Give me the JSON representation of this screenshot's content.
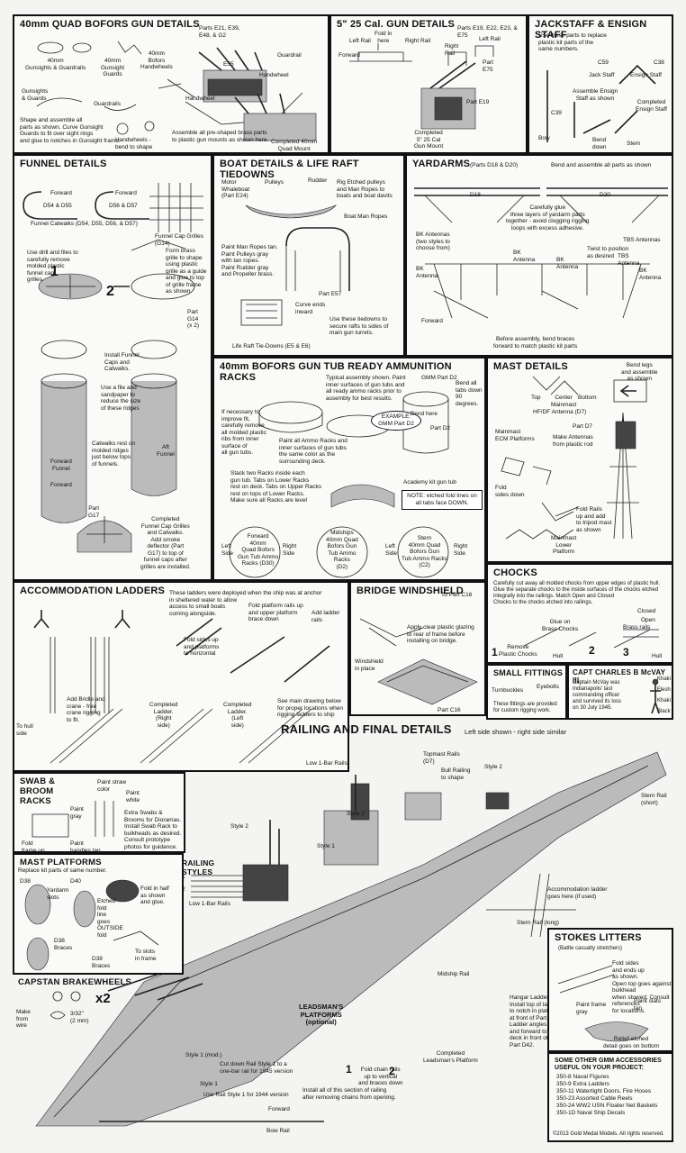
{
  "panels": {
    "bofors": {
      "title": "40mm QUAD BOFORS GUN DETAILS",
      "parts": "Parts E21, E39,\nE48, & G2",
      "gunsights": "40mm\nGunsights & Guardrails",
      "g40gunsight": "40mm\nGunsight\nGuards",
      "handwheels": "40mm\nBofors\nHandwheels",
      "guardrail": "Guardrail",
      "handwheel": "Handwheel",
      "handwheel2": "Handwheel",
      "gunsights_guards": "Gunsights\n& Guards",
      "guardrails": "Guardrails",
      "shape_text": "Shape and assemble all\nparts as shown. Curve Gunsight\nGuards to fit over sight rings\nand glue to notches in Gunsight frame.",
      "handwheels_bend": "Handwheels -\nbend to shape",
      "assemble_text": "Assemble all pre-shaped brass parts\nto plastic gun mounts as shown here.",
      "completed": "Completed 40mm\nQuad Mount",
      "e55": "E55"
    },
    "gun5": {
      "title": "5\" 25 Cal. GUN DETAILS",
      "parts": "Parts E19, E22, E23, & E75",
      "fold_in": "Fold in\nhere",
      "left_rail": "Left Rail",
      "right_rail": "Right Rail",
      "forward": "Forward",
      "left_rail2": "Left Rail",
      "right_rail2": "Right\nRail",
      "part_e75": "Part\nE75",
      "part_e19": "Part E19",
      "completed": "Completed\n5\" 25 Cal\nGun Mount"
    },
    "jackstaff": {
      "title": "JACKSTAFF & ENSIGN STAFF",
      "intro": "Use these parts to replace\nplastic kit parts of the\nsame numbers.",
      "c59": "C59",
      "c38": "C38",
      "jack_staff": "Jack Staff",
      "ensign_staff": "Ensign Staff",
      "assemble": "Assemble Ensign\nStaff as shown",
      "c39": "C39",
      "completed": "Completed\nEnsign Staff",
      "bow": "Bow",
      "bend_down": "Bend\ndown",
      "stem": "Stem"
    },
    "funnel": {
      "title": "FUNNEL DETAILS",
      "forward1": "Forward",
      "forward2": "Forward",
      "d54": "D54 & D55",
      "d56": "D56 & D57",
      "catwalks": "Funnel Catwalks (D54, D55, D56, & D57)",
      "cap_grilles": "Funnel Cap Grilles\n(G14)",
      "drill_text": "Use drill and files to\ncarefully remove\nmolded plastic\nfunnel cap\ngrilles.",
      "form_text": "Form brass\ngrille to shape\nusing plastic\ngrille as a guide\nand glue to top\nof grille frame\nas shown",
      "step1": "1",
      "step2": "2",
      "part_g14": "Part\nG14\n(x 2)",
      "install_text": "Install Funnel\nCaps and\nCatwalks.",
      "file_text": "Use a file and\nsandpaper to\nreduce the size\nof these ridges",
      "catwalk_rest": "Catwalks rest on\nmolded ridges\njust below tops\nof funnels.",
      "fwd_funnel": "Forward\nFunnel",
      "aft_funnel": "Aft\nFunnel",
      "forward3": "Forward",
      "part_g17": "Part\nG17",
      "completed_text": "Completed\nFunnel Cap Grilles\nand Catwalks.\nAdd smoke\ndeflector (Part\nG17) to top of\nfunnel caps after\ngrilles are installed."
    },
    "boat": {
      "title": "BOAT DETAILS & LIFE RAFT TIEDOWNS",
      "motor": "Motor\nWhaleboat\n(Part E24)",
      "pulleys": "Pulleys",
      "rudder": "Rudder",
      "rig": "Rig Etched pulleys\nand Man Ropes to\nboats and boat davits",
      "boat_man": "Boat Man Ropes",
      "paint_text": "Paint Man Ropes tan.\nPaint Pulleys gray\nwith tan ropes.\nPaint Rudder gray\nand Propeller brass.",
      "part_e57": "Part E57",
      "curve": "Curve ends\ninward",
      "use_text": "Use these tiedowns to\nsecure rafts to sides of\nmain gun turrets.",
      "tiedowns": "Life Raft Tie-Downs (E5 & E6)"
    },
    "yardarms": {
      "title": "YARDARMS",
      "parts": "(Parts D18 & D20)",
      "bend_text": "Bend and assemble all parts as shown",
      "d18": "D18",
      "d20": "D20",
      "carefully": "Carefully glue\nthree layers of yardarm parts\ntogether - avoid clogging rigging\nloops with excess adhesive.",
      "bk_antennas": "BK Antennas\n(two styles to\nchoose from)",
      "tbs_antennas": "TBS Antennas",
      "twist": "Twist to position\nas desired",
      "bk1": "BK\nAntenna",
      "bk2": "BK\nAntenna",
      "bk3": "BK\nAntenna",
      "tbs": "TBS\nAntenna",
      "bk4": "BK\nAntenna",
      "forward": "Forward",
      "before": "Before assembly, bend braces\nforward to match plastic kit parts"
    },
    "ammo": {
      "title": "40mm BOFORS GUN TUB READY AMMUNITION RACKS",
      "typical": "Typical assembly shown. Paint\ninner surfaces of gun tubs and\nall ready ammo racks prior to\nassembly for best results.",
      "gmm": "GMM Part D2",
      "bend_all": "Bend all\ntabs down\n90 degrees.",
      "necessary": "If necessary to\nimprove fit,\ncarefully remove\nall molded plastic\nribs from inner\nsurface of\nall gun tubs.",
      "example": "EXAMPLE:\nGMM Part D2",
      "paint_all": "Paint all Ammo Racks and\ninner surfaces of gun tubs\nthe same color as the\nsurrounding deck.",
      "bend_here": "Bend here",
      "part_d2": "Part D2",
      "stack": "Stack two Racks inside each\ngun tub. Tabs on Lower Racks\nrest on deck. Tabs on Upper Racks\nrest on tops of Lower Racks.\nMake sure all Racks are level",
      "academy": "Academy kit gun tub",
      "note": "NOTE: etched fold lines\non all tabs face DOWN.",
      "tub1": "Forward\n40mm\nQuad Bofors\nGun Tub Ammo\nRacks (D30)",
      "tub1_left": "Left\nSide",
      "tub1_right": "Right\nSide",
      "tub2": "Midships\n40mm Quad\nBofors Gun\nTub Ammo\nRacks\n(D2)",
      "tub3": "Stern\n40mm Quad\nBofors Gun\nTub Ammo Racks\n(C2)",
      "tub3_left": "Left\nSide",
      "tub3_right": "Right\nSide"
    },
    "mast": {
      "title": "MAST DETAILS",
      "bend": "Bend legs\nand assemble\nas shown",
      "top": "Top",
      "center": "Center\nMainmast",
      "bottom": "Bottom",
      "hf": "HF/DF Antenna (D7)",
      "part_d7": "Part D7",
      "ecm": "Mainmast\nECM Platforms",
      "make": "Make Antennas\nfrom plastic rod",
      "fold_sides": "Fold\nsides down",
      "fold_rails": "Fold Rails\nup and add\nto tripod mast\nas shown",
      "lower": "Mainmast\nLower\nPlatform"
    },
    "ladders": {
      "title": "ACCOMMODATION LADDERS",
      "intro": "These ladders were deployed when the ship was at anchor\nin sheltered water to allow\naccess to small boats\ncoming alongside.",
      "fold_platform": "Fold platform rails up\nand upper platform\nbrace down",
      "add_rails": "Add ladder\nrails",
      "fold_sides": "Fold sides up\nand platforms\nto horizontal",
      "add_bridle": "Add Bridle and\ncrane - free\ncrane rigging\nto fit.",
      "to_hull": "To hull\nside",
      "comp_right": "Completed\nLadder.\n(Right\nside)",
      "comp_left": "Completed\nLadder.\n(Left\nside)",
      "see_main": "See main drawing below\nfor proper locations when\nrigging ladders to ship"
    },
    "windshield": {
      "title": "BRIDGE WINDSHIELD",
      "to_part": "To Part C16",
      "apply": "Apply clear plastic glazing\nto rear of frame before\ninstalling on bridge.",
      "windshield_place": "Windshield\nin place",
      "part_c16": "Part C16"
    },
    "chocks": {
      "title": "CHOCKS",
      "text": "Carefully cut away all molded chocks from upper edges of plastic hull.\nGlue the separate chocks to the inside surfaces of the chocks etched\nintegrally into the railings. Match Open and Closed\nChocks to the chocks etched into railings.",
      "closed": "Closed",
      "open": "Open",
      "glue": "Glue on\nBrass Chocks",
      "brass_rails": "Brass rails",
      "remove": "Remove\nPlastic Chocks",
      "hull1": "Hull",
      "hull2": "Hull",
      "n1": "1",
      "n2": "2",
      "n3": "3"
    },
    "fittings": {
      "title": "SMALL FITTINGS",
      "turnbuckles": "Turnbuckles",
      "eyebolts": "Eyebolts",
      "text": "These fittings are provided\nfor custom rigging work."
    },
    "mcvay": {
      "title": "CAPT CHARLES B McVAY III",
      "text": "Captain McVay was\nIndianapolis' last\ncommanding officer\nand survived its loss\non 30 July 1945.",
      "khaki": "Khaki",
      "flesh": "Flesh",
      "khaki2": "Khaki",
      "black": "Black"
    },
    "railing": {
      "title": "RAILING AND FINAL DETAILS",
      "sub": "Left side shown - right side similar",
      "topmast": "Topmast Rails\n(D7)",
      "bull": "Bull Railing\nto shape",
      "low1": "Low 1-Bar Rails",
      "style2a": "Style 2",
      "style2b": "Style 2",
      "style2c": "Style 2",
      "style1": "Style 1",
      "stern_short": "Stern Rail\n(short)",
      "accom": "Accommodation ladder\ngoes here (if used)",
      "stern_long": "Stern Rail (long)",
      "midship": "Midship Rail",
      "hangar": "Hangar Ladder (D42)\nInstall top of ladder\nto notch in platform\nat front of Part D2.\nLadder angles down\nand forward to main\ndeck in front of\nPart D42.",
      "leadsman": "LEADSMAN'S\nPLATFORMS\n(optional)",
      "fold_chain": "Fold chain rails\nup to vertical\nand braces down",
      "install": "Install all of this section of railing\nafter removing chains from opening.",
      "completed_lead": "Completed\nLeadsman's Platform",
      "style1mod": "Style 1 (mod.)",
      "cutdown": "Cut down Rail Style 1 to a\none-bar rail for 1945 version",
      "style1b": "Style 1",
      "use1944": "Use Rail Style 1 for 1944 version",
      "forward": "Forward",
      "bow": "Bow Rail",
      "n1": "1",
      "n2": "2"
    },
    "swab": {
      "title": "SWAB & BROOM RACKS",
      "paint_straw": "Paint straw\ncolor",
      "paint_white": "Paint\nwhite",
      "paint_gray": "Paint\ngray",
      "fold": "Fold\nframe up",
      "handles": "Paint\nhandles tan",
      "extra": "Extra Swabs &\nBrooms for Dioramas.\nInstall Swab Rack to\nbulkheads as desired.\nConsult prototype\nphotos for guidance."
    },
    "styles": {
      "title": "RAILING STYLES",
      "s1": "1",
      "s2": "2",
      "low": "Low 1-Bar Rails"
    },
    "mastplat": {
      "title": "MAST PLATFORMS",
      "replace": "Replace kit parts of same number.",
      "d38": "D38",
      "d40": "D40",
      "yardarm": "Yardarm\nslots",
      "etched": "Etched\nfold\nline\ngoes\nOUTSIDE\nfold",
      "foldin": "Fold in half\nas shown\nand glue.",
      "d38b": "D38\nBraces",
      "d38c": "D38\nBraces",
      "toslots": "To slots\nin frame"
    },
    "capstan": {
      "title": "CAPSTAN BRAKEWHEELS",
      "x2": "x2",
      "make": "Make\nfrom\nwire",
      "size": "3/32\"\n(2 mm)"
    },
    "stokes": {
      "title": "STOKES LITTERS",
      "sub": "(Battle casualty stretchers)",
      "fold": "Fold sides\nand ends up\nas shown.\nOpen top goes against bulkhead\nwhen stowed. Consult references\nfor locations.",
      "paint_frame": "Paint frame\ngray",
      "paint_slats": "Paint slats\ntan",
      "relief": "Relief-etched\ndetail goes on bottom"
    },
    "accessories": {
      "title": "SOME OTHER GMM ACCESSORIES\nUSEFUL ON YOUR PROJECT:",
      "items": [
        "350-8 Naval Figures",
        "350-9 Extra Ladders",
        "350-11 Watertight Doors, Fire Hoses",
        "350-23 Assorted Cable Reels",
        "350-24 WW2 USN Floater Net Baskets",
        "350-1D Naval Ship Decals"
      ],
      "copyright": "©2013 Gold Medal Models. All rights reserved."
    }
  }
}
